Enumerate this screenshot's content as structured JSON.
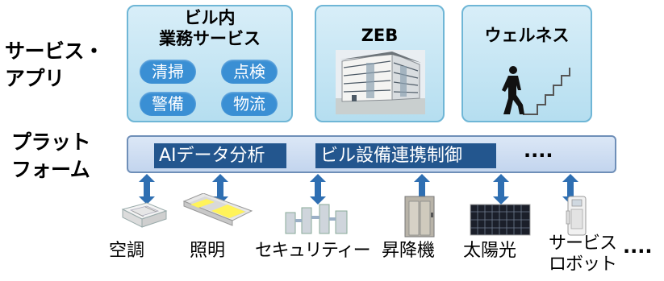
{
  "side_labels": {
    "services_line1": "サービス・",
    "services_line2": "アプリ",
    "platform_line1": "プラット",
    "platform_line2": "フォーム"
  },
  "cards": {
    "building": {
      "title_line1": "ビル内",
      "title_line2": "業務サービス",
      "chips": [
        "清掃",
        "点検",
        "警備",
        "物流"
      ]
    },
    "zeb": {
      "title": "ZEB"
    },
    "wellness": {
      "title": "ウェルネス"
    }
  },
  "platform": {
    "tag1": "AIデータ分析",
    "tag2": "ビル設備連携制御",
    "more": "····"
  },
  "devices": {
    "aircon": "空調",
    "lighting": "照明",
    "security": "セキュリティー",
    "elevator": "昇降機",
    "solar": "太陽光",
    "robot_line1": "サービス",
    "robot_line2": "ロボット",
    "more": "····"
  },
  "colors": {
    "card_border": "#6fb6d6",
    "chip": "#3a8fd4",
    "platform_tag": "#23568e",
    "arrow": "#2f6fb2"
  }
}
